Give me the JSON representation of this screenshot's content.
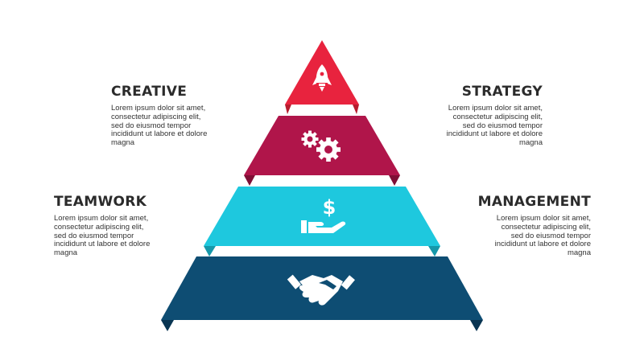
{
  "colors": {
    "tier1": "#e8233e",
    "tier1_fold": "#b71c2e",
    "tier2": "#b0154a",
    "tier2_fold": "#7f0f35",
    "tier3": "#1ec8de",
    "tier3_fold": "#1598aa",
    "tier4": "#0e4d73",
    "tier4_fold": "#093552",
    "icon": "#ffffff",
    "text": "#333333"
  },
  "tiers": [
    {
      "icon": "rocket-icon"
    },
    {
      "icon": "gears-icon"
    },
    {
      "icon": "money-hand-icon"
    },
    {
      "icon": "handshake-icon"
    }
  ],
  "labels": {
    "creative": {
      "title": "CREATIVE",
      "body": "Lorem ipsum dolor sit amet,\nconsectetur adipiscing elit,\nsed do eiusmod tempor\nincididunt ut labore et dolore\nmagna"
    },
    "strategy": {
      "title": "STRATEGY",
      "body": "Lorem ipsum dolor sit amet,\nconsectetur adipiscing elit,\nsed do eiusmod tempor\nincididunt ut labore et dolore\nmagna"
    },
    "teamwork": {
      "title": "TEAMWORK",
      "body": "Lorem ipsum dolor sit amet,\nconsectetur adipiscing elit,\nsed do eiusmod tempor\nincididunt ut labore et dolore\nmagna"
    },
    "management": {
      "title": "MANAGEMENT",
      "body": "Lorem ipsum dolor sit amet,\nconsectetur adipiscing elit,\nsed do eiusmod tempor\nincididunt ut labore et dolore\nmagna"
    }
  }
}
